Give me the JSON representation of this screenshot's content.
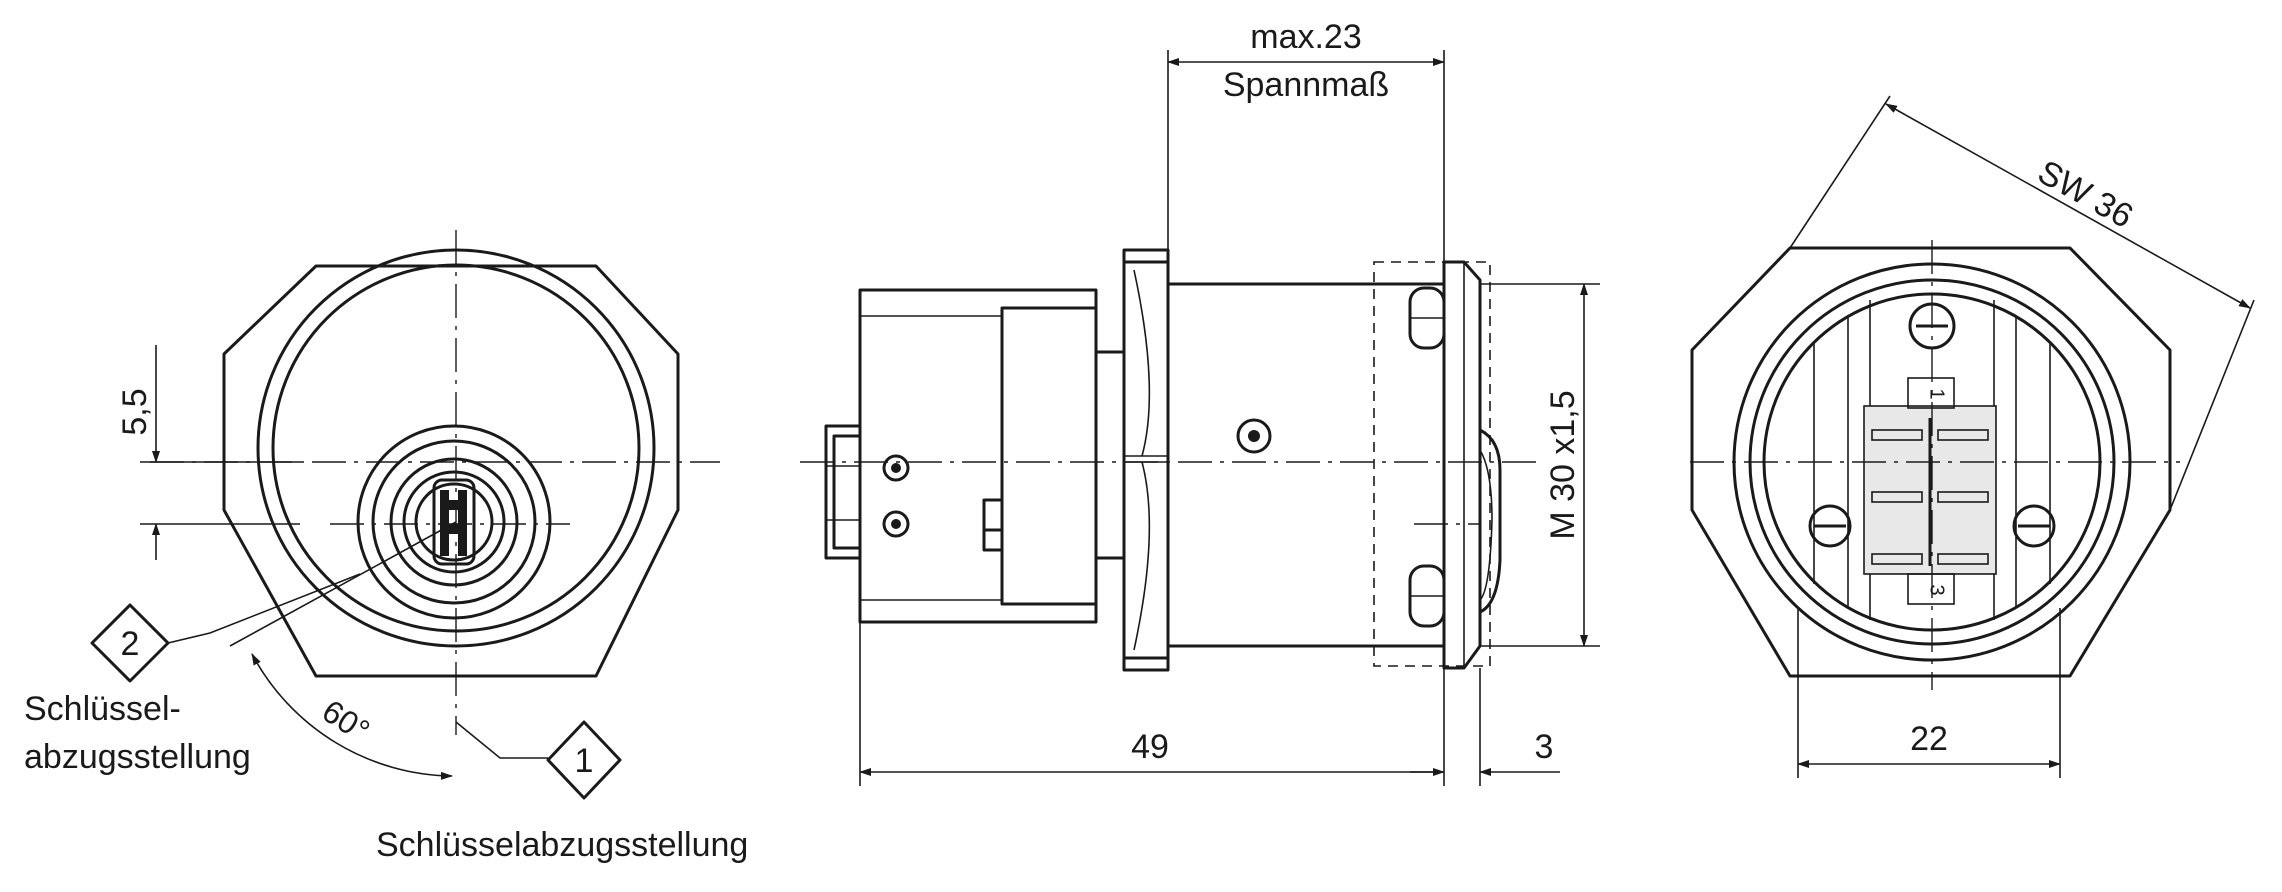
{
  "dimensions": {
    "height_offset": "5,5",
    "clamp_max": "max.23",
    "clamp_label": "Spannmaß",
    "thread": "M 30 x1,5",
    "wrench_size": "SW 36",
    "overall_length": "49",
    "front_length": "3",
    "terminal_width": "22",
    "angle": "60°"
  },
  "callouts": {
    "marker_1": "1",
    "marker_2": "2",
    "label_2_line1": "Schlüssel-",
    "label_2_line2": "abzugsstellung",
    "label_1": "Schlüsselabzugsstellung"
  },
  "terminals": {
    "top": "1",
    "bottom": "3"
  }
}
